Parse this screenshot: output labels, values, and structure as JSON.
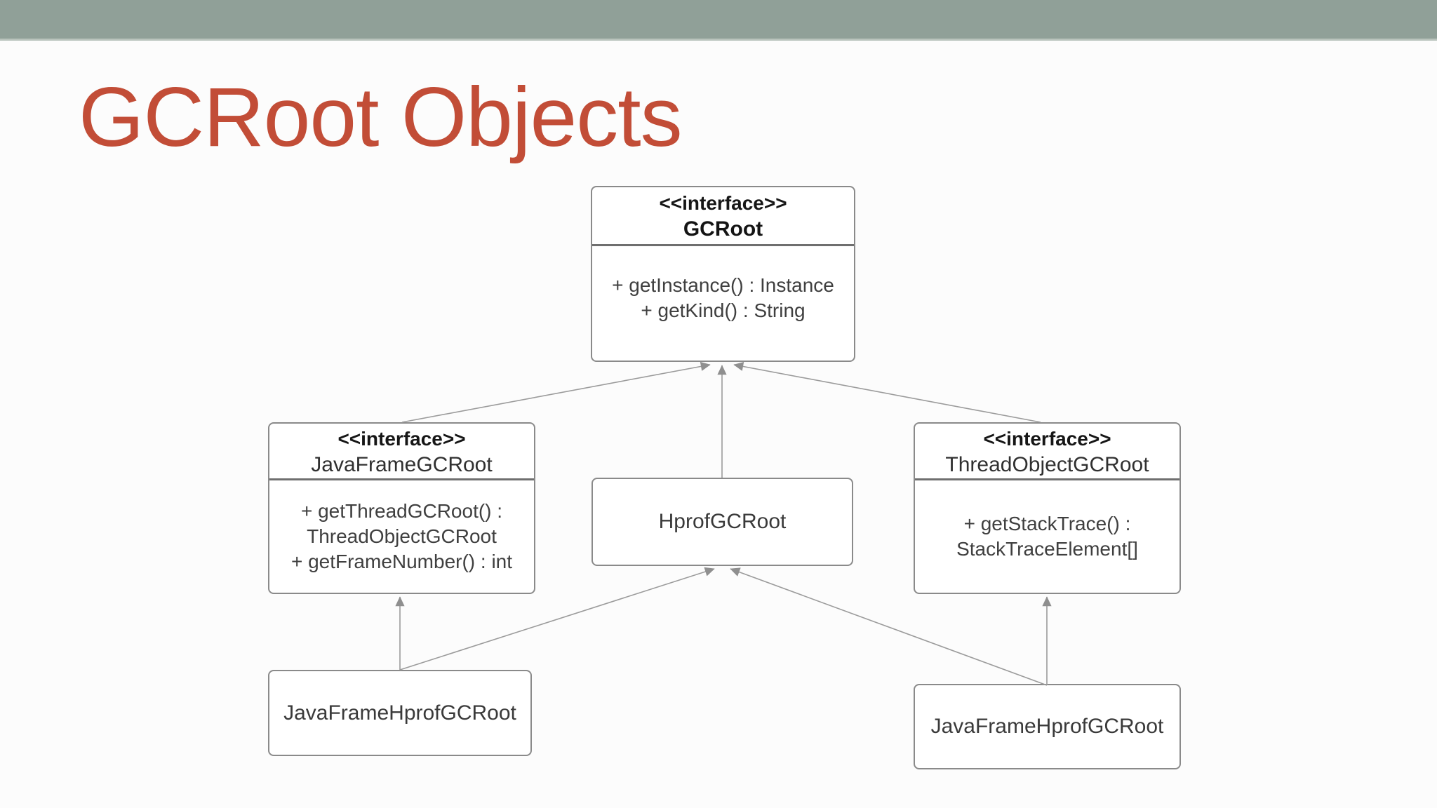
{
  "slide": {
    "title": "GCRoot Objects",
    "title_color": "#C24D37",
    "accent_bar_color": "#90A098",
    "background_color": "#fcfcfc"
  },
  "diagram": {
    "type": "uml-class-diagram",
    "nodes": {
      "gcroot": {
        "stereotype": "<<interface>>",
        "name": "GCRoot",
        "methods": [
          "+ getInstance() : Instance",
          "+ getKind() : String"
        ]
      },
      "java_frame_gcroot": {
        "stereotype": "<<interface>>",
        "name": "JavaFrameGCRoot",
        "methods": [
          "+ getThreadGCRoot() : ThreadObjectGCRoot",
          "+ getFrameNumber() : int"
        ]
      },
      "hprof_gcroot": {
        "name": "HprofGCRoot"
      },
      "thread_object_gcroot": {
        "stereotype": "<<interface>>",
        "name": "ThreadObjectGCRoot",
        "methods": [
          "+ getStackTrace() : StackTraceElement[]"
        ]
      },
      "java_frame_hprof_gcroot_left": {
        "name": "JavaFrameHprofGCRoot"
      },
      "java_frame_hprof_gcroot_right": {
        "name": "JavaFrameHprofGCRoot"
      }
    },
    "edges": [
      {
        "from": "java_frame_gcroot",
        "to": "gcroot",
        "kind": "generalization-arrow"
      },
      {
        "from": "hprof_gcroot",
        "to": "gcroot",
        "kind": "generalization-arrow"
      },
      {
        "from": "thread_object_gcroot",
        "to": "gcroot",
        "kind": "generalization-arrow"
      },
      {
        "from": "java_frame_hprof_gcroot_left",
        "to": "java_frame_gcroot",
        "kind": "generalization-arrow"
      },
      {
        "from": "java_frame_hprof_gcroot_left",
        "to": "hprof_gcroot",
        "kind": "generalization-arrow"
      },
      {
        "from": "java_frame_hprof_gcroot_right",
        "to": "hprof_gcroot",
        "kind": "generalization-arrow"
      },
      {
        "from": "java_frame_hprof_gcroot_right",
        "to": "thread_object_gcroot",
        "kind": "generalization-arrow"
      }
    ],
    "edge_color": "#9b9b9b"
  }
}
